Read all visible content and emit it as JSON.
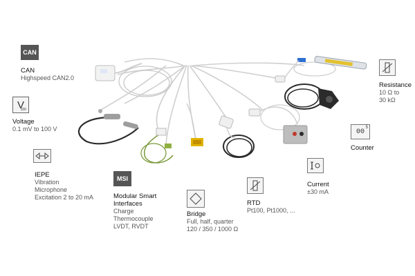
{
  "labels": {
    "can": {
      "icon_text": "CAN",
      "title": "CAN",
      "lines": [
        "Highspeed CAN2.0"
      ]
    },
    "voltage": {
      "icon_text": "V",
      "icon_sub": "100",
      "title": "Voltage",
      "lines": [
        "0.1 mV to 100 V"
      ]
    },
    "iepe": {
      "title": "IEPE",
      "lines": [
        "Vibration",
        "Microphone",
        "Excitation 2 to 20 mA"
      ]
    },
    "msi": {
      "icon_text": "MSI",
      "title": "Modular Smart",
      "title2": "Interfaces",
      "lines": [
        "Charge",
        "Thermocouple",
        "LVDT, RVDT"
      ]
    },
    "bridge": {
      "title": "Bridge",
      "lines": [
        "Full, half, quarter",
        "120 / 350 / 1000 Ω"
      ]
    },
    "rtd": {
      "title": "RTD",
      "lines": [
        "Pt100, Pt1000, ..."
      ]
    },
    "current": {
      "title": "Current",
      "lines": [
        "±30 mA"
      ]
    },
    "counter": {
      "icon_text": "00",
      "title": "Counter",
      "lines": []
    },
    "resistance": {
      "title": "Resistance",
      "lines": [
        "10 Ω to",
        "30 kΩ"
      ]
    }
  },
  "icons": {
    "can": "can-icon",
    "voltage": "voltage-icon",
    "iepe": "iepe-sensor-icon",
    "msi": "msi-icon",
    "bridge": "bridge-icon",
    "rtd": "rtd-icon",
    "current": "current-icon",
    "counter": "counter-icon",
    "resistance": "resistance-icon"
  },
  "colors": {
    "cable": "#c9c9c9",
    "cable_dark": "#2b2b2b",
    "thermo_green": "#7a9a3a",
    "thermo_yellow": "#d9b400",
    "accent_red": "#c0392b",
    "accent_blue": "#2e6fd1"
  }
}
